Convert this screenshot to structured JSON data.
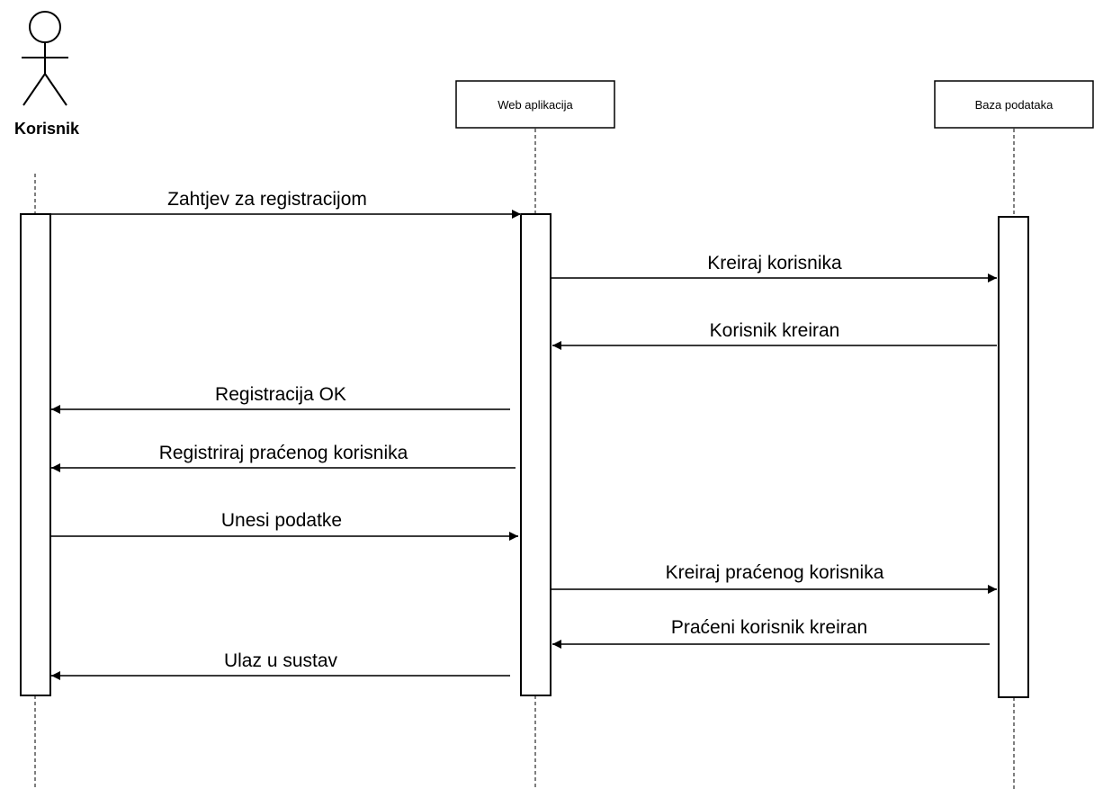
{
  "actor": {
    "label": "Korisnik"
  },
  "participants": [
    {
      "id": "web",
      "label": "Web aplikacija"
    },
    {
      "id": "db",
      "label": "Baza podataka"
    }
  ],
  "messages": [
    {
      "id": "m1",
      "text": "Zahtjev za registracijom",
      "from": "user",
      "to": "web"
    },
    {
      "id": "m2",
      "text": "Kreiraj korisnika",
      "from": "web",
      "to": "db"
    },
    {
      "id": "m3",
      "text": "Korisnik kreiran",
      "from": "db",
      "to": "web"
    },
    {
      "id": "m4",
      "text": "Registracija OK",
      "from": "web",
      "to": "user"
    },
    {
      "id": "m5",
      "text": "Registriraj praćenog korisnika",
      "from": "web",
      "to": "user"
    },
    {
      "id": "m6",
      "text": "Unesi podatke",
      "from": "user",
      "to": "web"
    },
    {
      "id": "m7",
      "text": "Kreiraj praćenog korisnika",
      "from": "web",
      "to": "db"
    },
    {
      "id": "m8",
      "text": "Praćeni korisnik kreiran",
      "from": "db",
      "to": "web"
    },
    {
      "id": "m9",
      "text": "Ulaz u sustav",
      "from": "web",
      "to": "user"
    }
  ],
  "colors": {
    "line": "#000000",
    "lifeline": "#555555",
    "arrow": "#3a3a3a",
    "background": "#ffffff"
  }
}
